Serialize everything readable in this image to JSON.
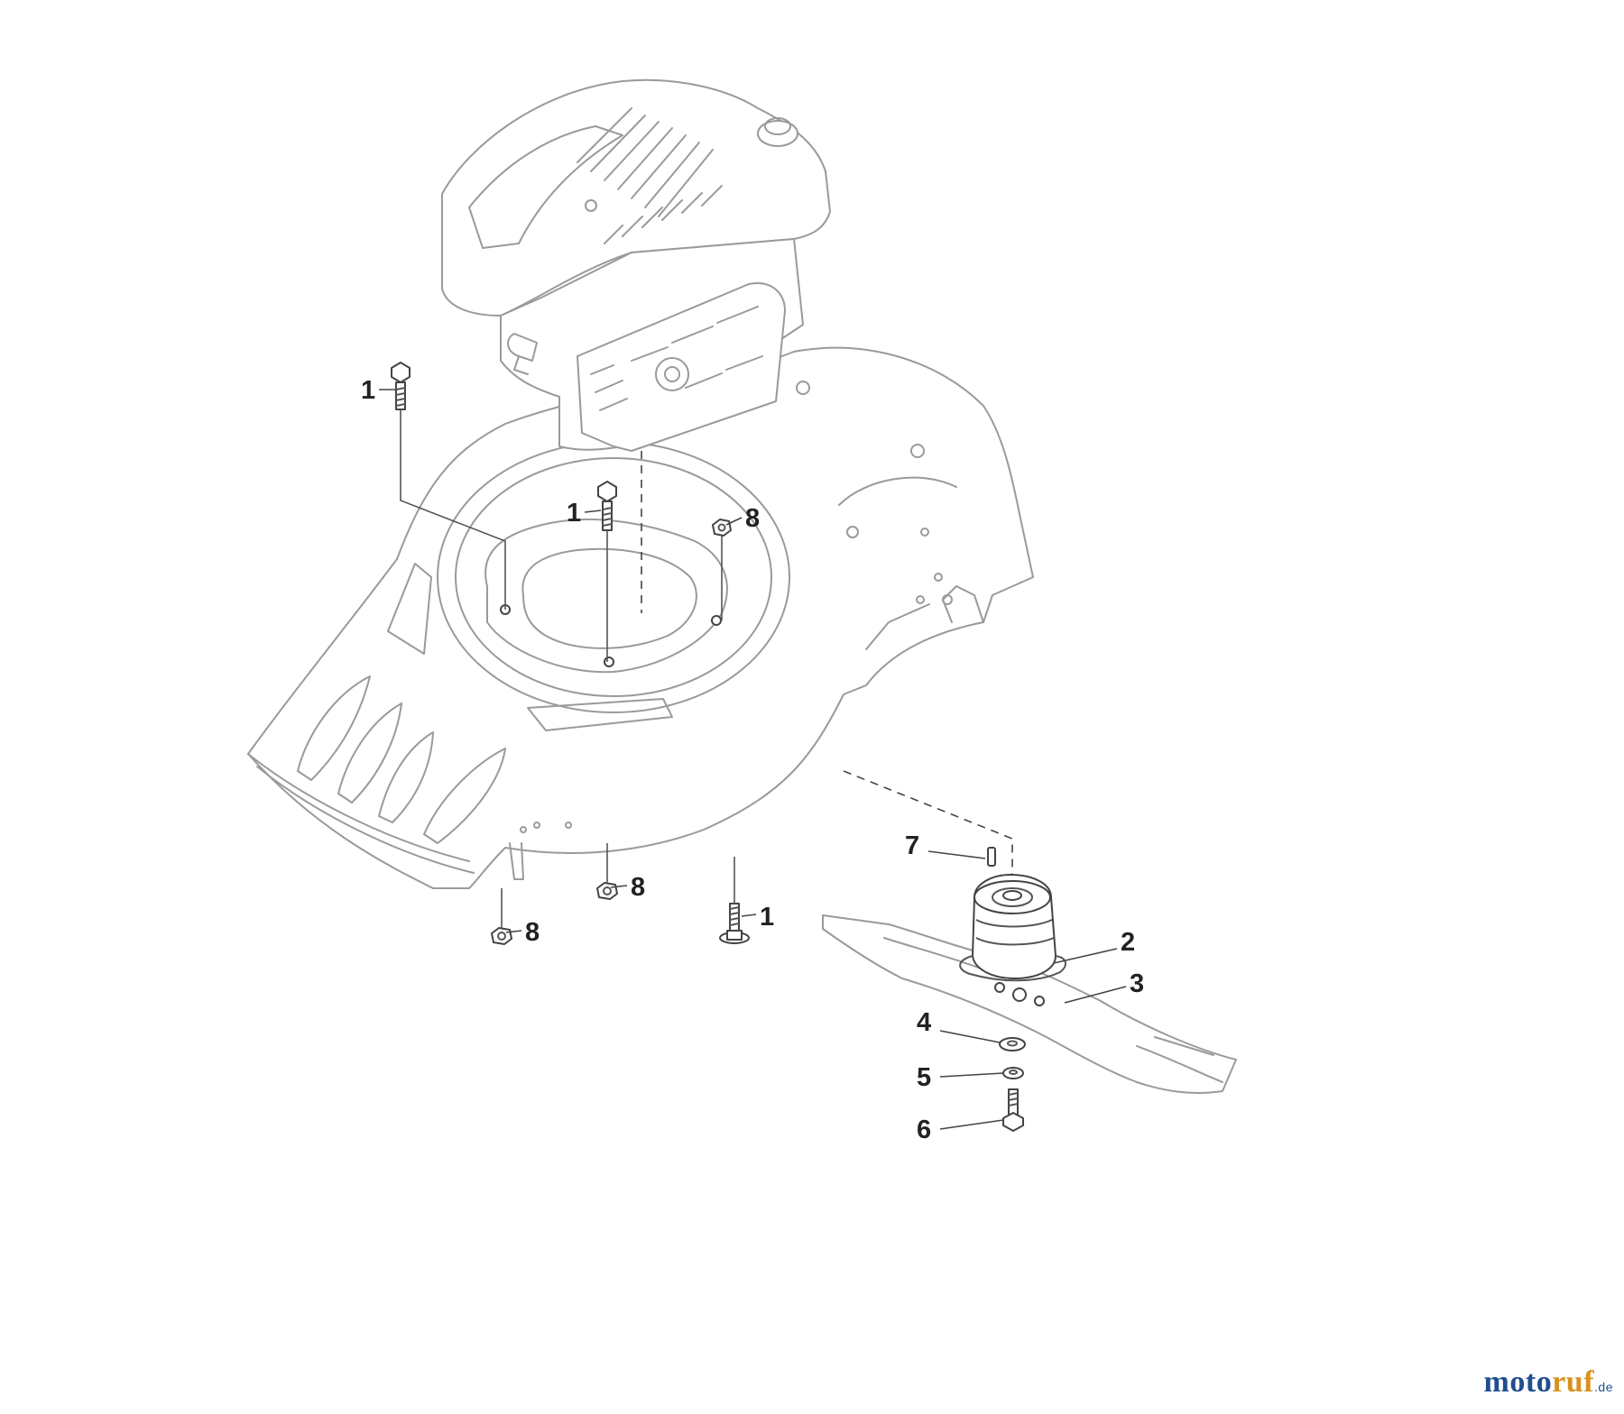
{
  "labels": {
    "bolt_engine_left": "1",
    "bolt_engine_center": "1",
    "bolt_blade_lower": "1",
    "blade_adapter": "2",
    "blade": "3",
    "washer": "4",
    "spring_washer": "5",
    "blade_bolt": "6",
    "key": "7",
    "nut_engine_right": "8",
    "nut_lower_center": "8",
    "nut_lower_left": "8"
  },
  "watermark": {
    "part1": "moto",
    "part2": "ruf",
    "part3": ".de"
  },
  "colors": {
    "ink": "#222222",
    "part_outline": "#9a9a9a",
    "watermark_blue": "#1f4f8f",
    "watermark_orange": "#d8921c"
  }
}
